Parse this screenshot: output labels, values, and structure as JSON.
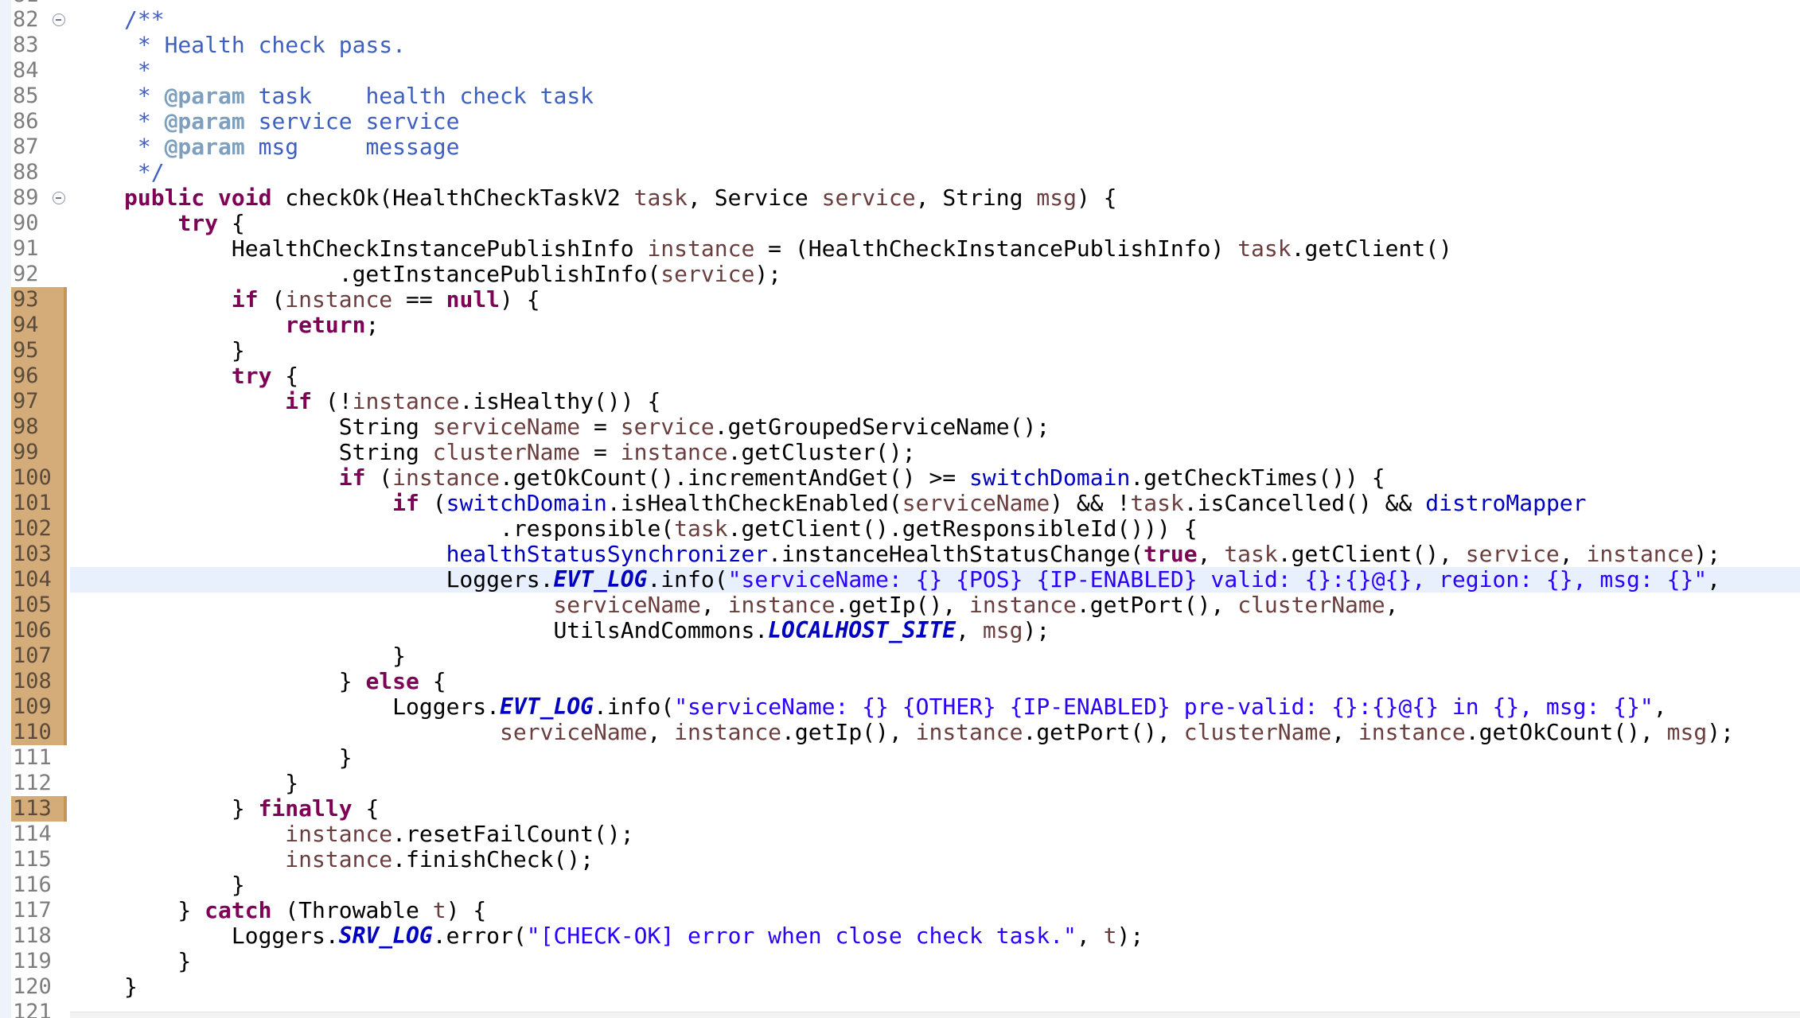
{
  "editor": {
    "first_line": 82,
    "current_line": 104,
    "modified_lines": [
      93,
      94,
      95,
      96,
      97,
      98,
      99,
      100,
      101,
      102,
      103,
      104,
      105,
      106,
      107,
      108,
      109,
      110,
      113
    ],
    "fold_markers": [
      82,
      89
    ],
    "partial_line_numbers": {
      "top": "81",
      "bottom": "121"
    },
    "lines": [
      [
        [
          "/**",
          "cm"
        ]
      ],
      [
        [
          " * Health check pass.",
          "cm"
        ]
      ],
      [
        [
          " *",
          "cm"
        ]
      ],
      [
        [
          " * ",
          "cm"
        ],
        [
          "@param",
          "tag"
        ],
        [
          " task    health check task",
          "cm"
        ]
      ],
      [
        [
          " * ",
          "cm"
        ],
        [
          "@param",
          "tag"
        ],
        [
          " service service",
          "cm"
        ]
      ],
      [
        [
          " * ",
          "cm"
        ],
        [
          "@param",
          "tag"
        ],
        [
          " msg     message",
          "cm"
        ]
      ],
      [
        [
          " */",
          "cm"
        ]
      ],
      [
        [
          "public",
          "kw"
        ],
        [
          " ",
          "pl"
        ],
        [
          "void",
          "kw"
        ],
        [
          " checkOk(HealthCheckTaskV2 ",
          "pl"
        ],
        [
          "task",
          "var"
        ],
        [
          ", Service ",
          "pl"
        ],
        [
          "service",
          "var"
        ],
        [
          ", String ",
          "pl"
        ],
        [
          "msg",
          "var"
        ],
        [
          ") {",
          "pl"
        ]
      ],
      [
        [
          "    ",
          "pl"
        ],
        [
          "try",
          "kw"
        ],
        [
          " {",
          "pl"
        ]
      ],
      [
        [
          "        HealthCheckInstancePublishInfo ",
          "pl"
        ],
        [
          "instance",
          "var"
        ],
        [
          " = (HealthCheckInstancePublishInfo) ",
          "pl"
        ],
        [
          "task",
          "var"
        ],
        [
          ".getClient()",
          "pl"
        ]
      ],
      [
        [
          "                .getInstancePublishInfo(",
          "pl"
        ],
        [
          "service",
          "var"
        ],
        [
          ");",
          "pl"
        ]
      ],
      [
        [
          "        ",
          "pl"
        ],
        [
          "if",
          "kw"
        ],
        [
          " (",
          "pl"
        ],
        [
          "instance",
          "var"
        ],
        [
          " == ",
          "pl"
        ],
        [
          "null",
          "kw"
        ],
        [
          ") {",
          "pl"
        ]
      ],
      [
        [
          "            ",
          "pl"
        ],
        [
          "return",
          "kw"
        ],
        [
          ";",
          "pl"
        ]
      ],
      [
        [
          "        }",
          "pl"
        ]
      ],
      [
        [
          "        ",
          "pl"
        ],
        [
          "try",
          "kw"
        ],
        [
          " {",
          "pl"
        ]
      ],
      [
        [
          "            ",
          "pl"
        ],
        [
          "if",
          "kw"
        ],
        [
          " (!",
          "pl"
        ],
        [
          "instance",
          "var"
        ],
        [
          ".isHealthy()) {",
          "pl"
        ]
      ],
      [
        [
          "                String ",
          "pl"
        ],
        [
          "serviceName",
          "var"
        ],
        [
          " = ",
          "pl"
        ],
        [
          "service",
          "var"
        ],
        [
          ".getGroupedServiceName();",
          "pl"
        ]
      ],
      [
        [
          "                String ",
          "pl"
        ],
        [
          "clusterName",
          "var"
        ],
        [
          " = ",
          "pl"
        ],
        [
          "instance",
          "var"
        ],
        [
          ".getCluster();",
          "pl"
        ]
      ],
      [
        [
          "                ",
          "pl"
        ],
        [
          "if",
          "kw"
        ],
        [
          " (",
          "pl"
        ],
        [
          "instance",
          "var"
        ],
        [
          ".getOkCount().incrementAndGet() >= ",
          "pl"
        ],
        [
          "switchDomain",
          "fld"
        ],
        [
          ".getCheckTimes()) {",
          "pl"
        ]
      ],
      [
        [
          "                    ",
          "pl"
        ],
        [
          "if",
          "kw"
        ],
        [
          " (",
          "pl"
        ],
        [
          "switchDomain",
          "fld"
        ],
        [
          ".isHealthCheckEnabled(",
          "pl"
        ],
        [
          "serviceName",
          "var"
        ],
        [
          ") && !",
          "pl"
        ],
        [
          "task",
          "var"
        ],
        [
          ".isCancelled() && ",
          "pl"
        ],
        [
          "distroMapper",
          "fld"
        ]
      ],
      [
        [
          "                            .responsible(",
          "pl"
        ],
        [
          "task",
          "var"
        ],
        [
          ".getClient().getResponsibleId())) {",
          "pl"
        ]
      ],
      [
        [
          "                        ",
          "pl"
        ],
        [
          "healthStatusSynchronizer",
          "fld"
        ],
        [
          ".instanceHealthStatusChange(",
          "pl"
        ],
        [
          "true",
          "kw"
        ],
        [
          ", ",
          "pl"
        ],
        [
          "task",
          "var"
        ],
        [
          ".getClient(), ",
          "pl"
        ],
        [
          "service",
          "var"
        ],
        [
          ", ",
          "pl"
        ],
        [
          "instance",
          "var"
        ],
        [
          ");",
          "pl"
        ]
      ],
      [
        [
          "                        Loggers.",
          "pl"
        ],
        [
          "EVT_LOG",
          "sf"
        ],
        [
          ".info(",
          "pl"
        ],
        [
          "\"serviceName: {} {POS} {IP-ENABLED} valid: {}:{}@{}, region: {}, msg: {}\"",
          "str"
        ],
        [
          ",",
          "pl"
        ]
      ],
      [
        [
          "                                ",
          "pl"
        ],
        [
          "serviceName",
          "var"
        ],
        [
          ", ",
          "pl"
        ],
        [
          "instance",
          "var"
        ],
        [
          ".getIp(), ",
          "pl"
        ],
        [
          "instance",
          "var"
        ],
        [
          ".getPort(), ",
          "pl"
        ],
        [
          "clusterName",
          "var"
        ],
        [
          ",",
          "pl"
        ]
      ],
      [
        [
          "                                UtilsAndCommons.",
          "pl"
        ],
        [
          "LOCALHOST_SITE",
          "sf"
        ],
        [
          ", ",
          "pl"
        ],
        [
          "msg",
          "var"
        ],
        [
          ");",
          "pl"
        ]
      ],
      [
        [
          "                    }",
          "pl"
        ]
      ],
      [
        [
          "                } ",
          "pl"
        ],
        [
          "else",
          "kw"
        ],
        [
          " {",
          "pl"
        ]
      ],
      [
        [
          "                    Loggers.",
          "pl"
        ],
        [
          "EVT_LOG",
          "sf"
        ],
        [
          ".info(",
          "pl"
        ],
        [
          "\"serviceName: {} {OTHER} {IP-ENABLED} pre-valid: {}:{}@{} in {}, msg: {}\"",
          "str"
        ],
        [
          ",",
          "pl"
        ]
      ],
      [
        [
          "                            ",
          "pl"
        ],
        [
          "serviceName",
          "var"
        ],
        [
          ", ",
          "pl"
        ],
        [
          "instance",
          "var"
        ],
        [
          ".getIp(), ",
          "pl"
        ],
        [
          "instance",
          "var"
        ],
        [
          ".getPort(), ",
          "pl"
        ],
        [
          "clusterName",
          "var"
        ],
        [
          ", ",
          "pl"
        ],
        [
          "instance",
          "var"
        ],
        [
          ".getOkCount(), ",
          "pl"
        ],
        [
          "msg",
          "var"
        ],
        [
          ");",
          "pl"
        ]
      ],
      [
        [
          "                }",
          "pl"
        ]
      ],
      [
        [
          "            }",
          "pl"
        ]
      ],
      [
        [
          "        } ",
          "pl"
        ],
        [
          "finally",
          "kw"
        ],
        [
          " {",
          "pl"
        ]
      ],
      [
        [
          "            ",
          "pl"
        ],
        [
          "instance",
          "var"
        ],
        [
          ".resetFailCount();",
          "pl"
        ]
      ],
      [
        [
          "            ",
          "pl"
        ],
        [
          "instance",
          "var"
        ],
        [
          ".finishCheck();",
          "pl"
        ]
      ],
      [
        [
          "        }",
          "pl"
        ]
      ],
      [
        [
          "    } ",
          "pl"
        ],
        [
          "catch",
          "kw"
        ],
        [
          " (Throwable ",
          "pl"
        ],
        [
          "t",
          "var"
        ],
        [
          ") {",
          "pl"
        ]
      ],
      [
        [
          "        Loggers.",
          "pl"
        ],
        [
          "SRV_LOG",
          "sf"
        ],
        [
          ".error(",
          "pl"
        ],
        [
          "\"[CHECK-OK] error when close check task.\"",
          "str"
        ],
        [
          ", ",
          "pl"
        ],
        [
          "t",
          "var"
        ],
        [
          ");",
          "pl"
        ]
      ],
      [
        [
          "    }",
          "pl"
        ]
      ],
      [
        [
          "}",
          "pl"
        ]
      ]
    ]
  }
}
